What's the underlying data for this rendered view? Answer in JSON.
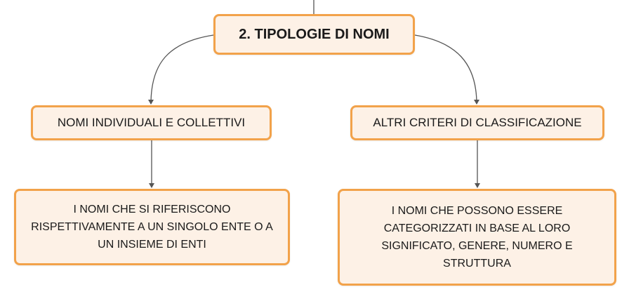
{
  "diagram": {
    "root": {
      "label": "2. TIPOLOGIE DI NOMI"
    },
    "branches": [
      {
        "label": "NOMI INDIVIDUALI E COLLETTIVI",
        "description": "I NOMI CHE SI RIFERISCONO RISPETTIVAMENTE A UN SINGOLO ENTE O A UN INSIEME DI ENTI"
      },
      {
        "label": "ALTRI CRITERI DI CLASSIFICAZIONE",
        "description": "I NOMI CHE POSSONO ESSERE CATEGORIZZATI IN BASE AL LORO SIGNIFICATO, GENERE, NUMERO E STRUTTURA"
      }
    ]
  },
  "colors": {
    "node_fill": "#fdf1e6",
    "node_border": "#f2a24a",
    "connector": "#555555"
  }
}
